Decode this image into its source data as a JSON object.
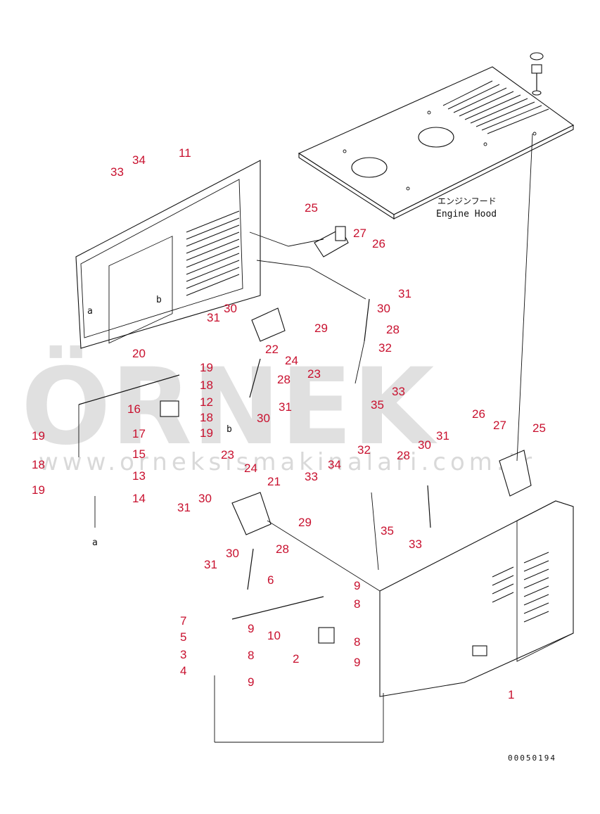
{
  "hood_label_jp": "エンジンフード",
  "hood_label_en": "Engine Hood",
  "drawing_number": "00050194",
  "watermark": {
    "brand": "ÖRNEK",
    "url": "www.orneksismakinalari.com.tr"
  },
  "view_markers": [
    "a",
    "b",
    "a",
    "b"
  ],
  "callouts": [
    "34",
    "33",
    "11",
    "25",
    "27",
    "26",
    "31",
    "30",
    "28",
    "30",
    "31",
    "29",
    "22",
    "24",
    "23",
    "32",
    "20",
    "19",
    "18",
    "12",
    "16",
    "28",
    "33",
    "35",
    "31",
    "18",
    "30",
    "19",
    "17",
    "15",
    "18",
    "13",
    "19",
    "14",
    "23",
    "24",
    "21",
    "32",
    "34",
    "33",
    "28",
    "30",
    "31",
    "26",
    "27",
    "25",
    "31",
    "29",
    "30",
    "35",
    "33",
    "30",
    "28",
    "31",
    "6",
    "9",
    "8",
    "7",
    "9",
    "5",
    "10",
    "8",
    "3",
    "8",
    "2",
    "4",
    "9",
    "9",
    "1",
    "19"
  ]
}
